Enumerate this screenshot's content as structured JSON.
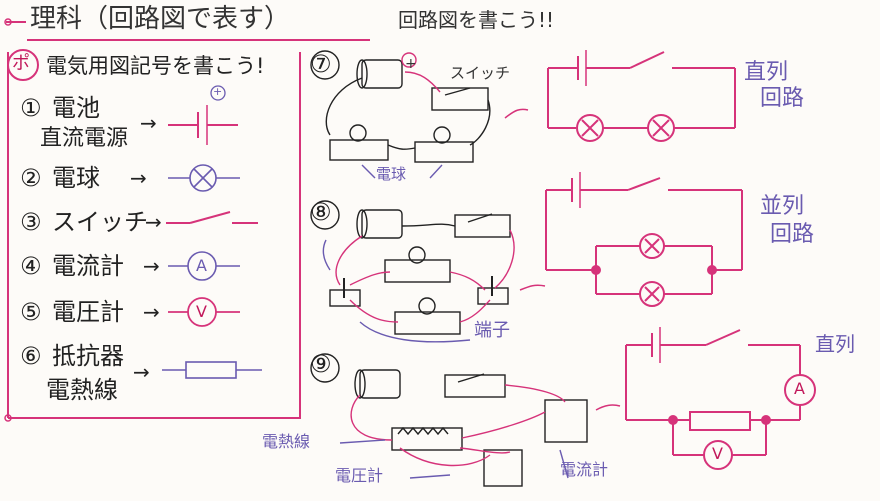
{
  "title": "理科（回路図で表す）",
  "subtitle": "回路図を書こう!!",
  "point": {
    "badge": "ポ",
    "text": "電気用図記号を書こう!"
  },
  "symbols": [
    {
      "num": "①",
      "line1": "電池",
      "line2": "直流電源"
    },
    {
      "num": "②",
      "line1": "電球"
    },
    {
      "num": "③",
      "line1": "スイッチ"
    },
    {
      "num": "④",
      "line1": "電流計"
    },
    {
      "num": "⑤",
      "line1": "電圧計"
    },
    {
      "num": "⑥",
      "line1": "抵抗器",
      "line2": "電熱線"
    }
  ],
  "arrow": "→",
  "plus": "+",
  "ammeter_letter": "A",
  "voltmeter_letter": "V",
  "examples": {
    "n7": "⑦",
    "n8": "⑧",
    "n9": "⑨",
    "switch_label": "スイッチ",
    "bulb_label": "電球",
    "terminal_label": "端子",
    "heater_label": "電熱線",
    "voltmeter_label": "電圧計",
    "ammeter_label": "電流計",
    "series1": "直列",
    "series1b": "回路",
    "parallel": "並列",
    "parallelb": "回路",
    "series2": "直列"
  },
  "colors": {
    "pink": "#d6337a",
    "purple": "#6a5bb0",
    "ink": "#222222"
  }
}
